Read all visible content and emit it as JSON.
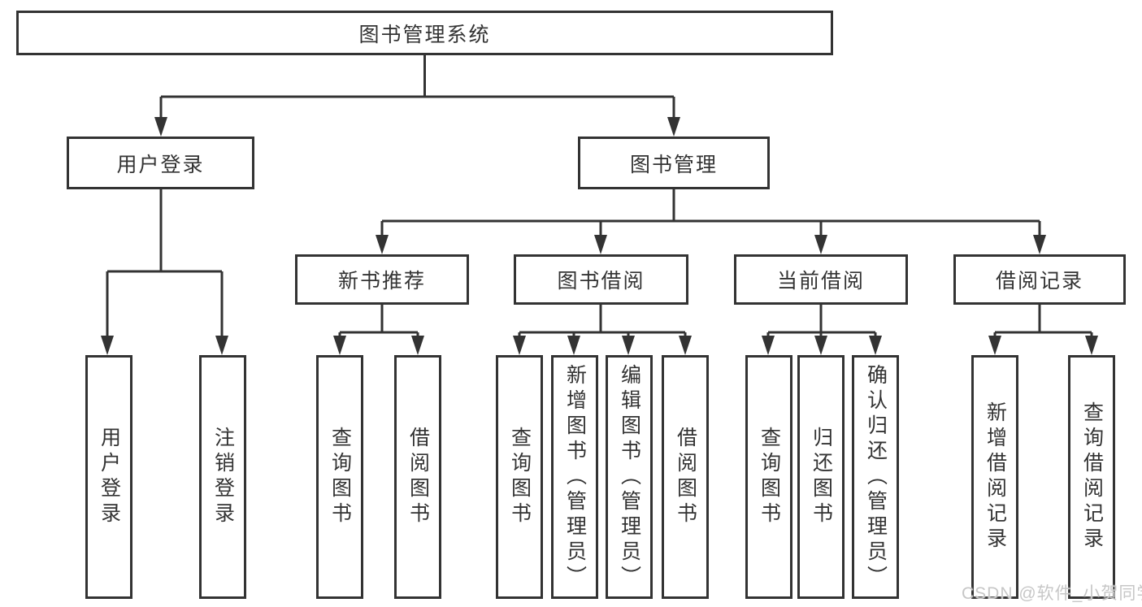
{
  "diagram": {
    "type": "hierarchy-flowchart",
    "line_color": "#333333",
    "text_color": "#333333",
    "box_background": "#ffffff",
    "tree": {
      "label": "图书管理系统",
      "children": [
        {
          "label": "用户登录",
          "children": [
            {
              "label": "用户登录"
            },
            {
              "label": "注销登录"
            }
          ]
        },
        {
          "label": "图书管理",
          "children": [
            {
              "label": "新书推荐",
              "children": [
                {
                  "label": "查询图书"
                },
                {
                  "label": "借阅图书"
                }
              ]
            },
            {
              "label": "图书借阅",
              "children": [
                {
                  "label": "查询图书"
                },
                {
                  "label": "新增图书（管理员）"
                },
                {
                  "label": "编辑图书（管理员）"
                },
                {
                  "label": "借阅图书"
                }
              ]
            },
            {
              "label": "当前借阅",
              "children": [
                {
                  "label": "查询图书"
                },
                {
                  "label": "归还图书"
                },
                {
                  "label": "确认归还（管理员）"
                }
              ]
            },
            {
              "label": "借阅记录",
              "children": [
                {
                  "label": "新增借阅记录"
                },
                {
                  "label": "查询借阅记录"
                }
              ]
            }
          ]
        }
      ]
    }
  },
  "watermark": {
    "text": "CSDN @软件_小贺同学",
    "color": "#c7c7c7"
  }
}
